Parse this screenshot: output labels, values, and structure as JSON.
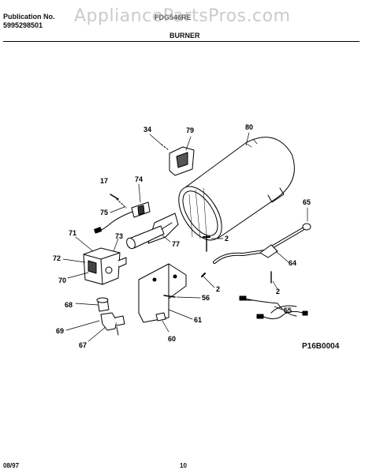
{
  "header": {
    "publication_label": "Publication No.",
    "publication_number": "5995298501",
    "model": "FDG546RE",
    "watermark": "AppliancePartsPros.com",
    "section_title": "BURNER"
  },
  "callouts": [
    {
      "id": "c34",
      "label": "34"
    },
    {
      "id": "c79",
      "label": "79"
    },
    {
      "id": "c80",
      "label": "80"
    },
    {
      "id": "c17",
      "label": "17"
    },
    {
      "id": "c74",
      "label": "74"
    },
    {
      "id": "c75",
      "label": "75"
    },
    {
      "id": "c65",
      "label": "65"
    },
    {
      "id": "c71",
      "label": "71"
    },
    {
      "id": "c73",
      "label": "73"
    },
    {
      "id": "c77",
      "label": "77"
    },
    {
      "id": "c2a",
      "label": "2"
    },
    {
      "id": "c72",
      "label": "72"
    },
    {
      "id": "c64",
      "label": "64"
    },
    {
      "id": "c70",
      "label": "70"
    },
    {
      "id": "c2b",
      "label": "2"
    },
    {
      "id": "c2c",
      "label": "2"
    },
    {
      "id": "c56",
      "label": "56"
    },
    {
      "id": "c68",
      "label": "68"
    },
    {
      "id": "c55",
      "label": "55"
    },
    {
      "id": "c61",
      "label": "61"
    },
    {
      "id": "c69",
      "label": "69"
    },
    {
      "id": "c60",
      "label": "60"
    },
    {
      "id": "c67",
      "label": "67"
    }
  ],
  "footer": {
    "reference_code": "P16B0004",
    "date": "08/97",
    "page_number": "10"
  }
}
